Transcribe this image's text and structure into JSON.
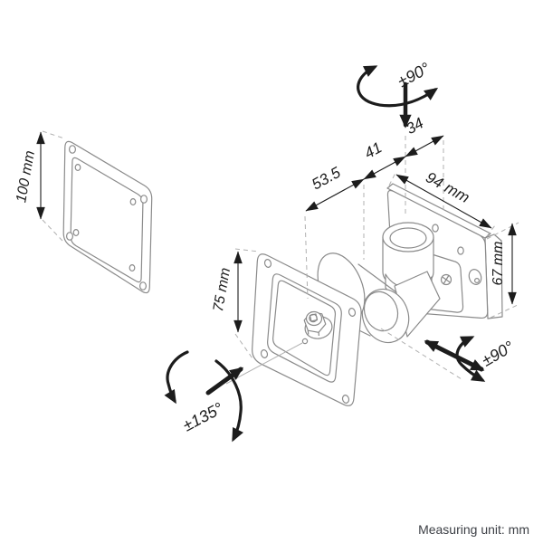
{
  "labels": {
    "vesa_plate_height": "100 mm",
    "front_plate_height": "75 mm",
    "depth_segment_1": "53.5",
    "depth_segment_2": "41",
    "depth_segment_3": "34",
    "wall_plate_width": "94 mm",
    "wall_plate_height": "67 mm",
    "rotation_top": "±90°",
    "rotation_swivel": "±90°",
    "rotation_tilt": "±135°",
    "footer_note": "Measuring unit: mm"
  },
  "colors": {
    "background": "#ffffff",
    "artwork_line": "#8a8a8a",
    "dimension_line": "#1c1c1c",
    "extension_line": "#b0b0b0",
    "footer_text": "#3d4046"
  }
}
